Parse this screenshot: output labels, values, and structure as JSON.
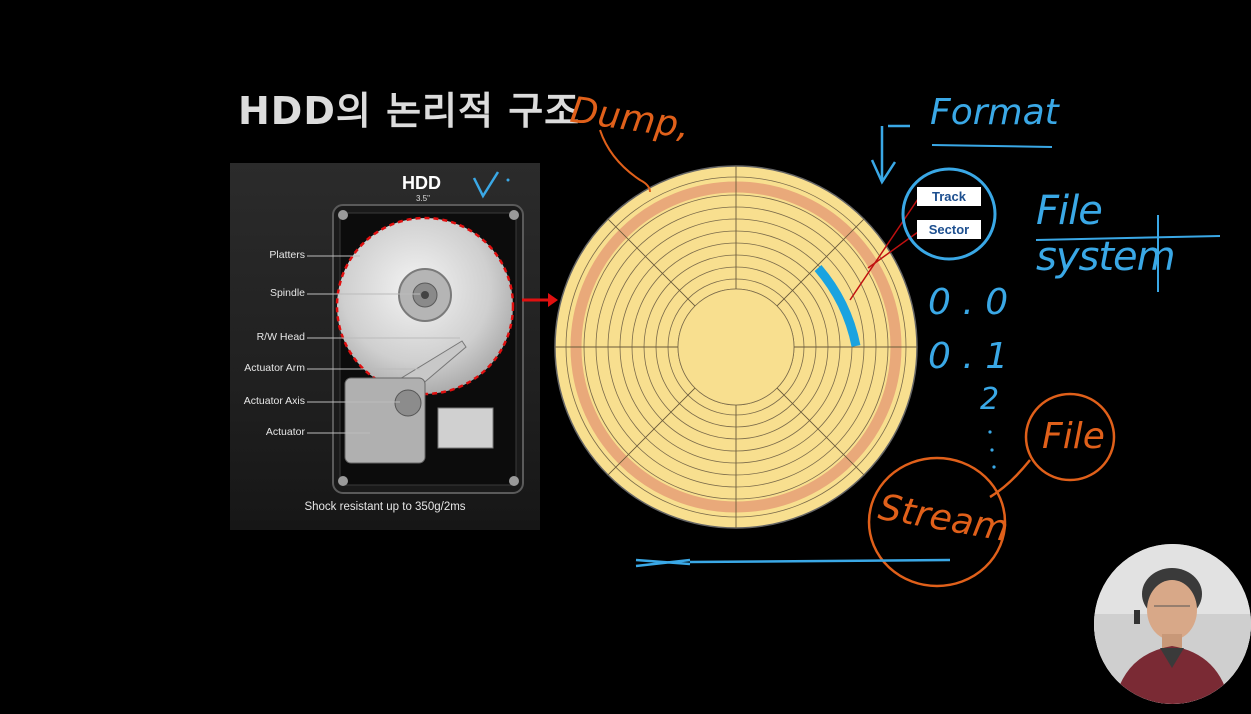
{
  "slide": {
    "title": "HDD의 논리적 구조"
  },
  "hdd_panel": {
    "heading": "HDD",
    "size": "3.5\"",
    "labels": [
      "Platters",
      "Spindle",
      "R/W Head",
      "Actuator Arm",
      "Actuator Axis",
      "Actuator"
    ],
    "footer": "Shock resistant up to 350g/2ms"
  },
  "disk_labels": {
    "track": "Track",
    "sector": "Sector"
  },
  "annotations": {
    "dump": "Dump,",
    "format": "Format",
    "file_system": "File system",
    "numbers": [
      "0 . 0",
      "0 . 1",
      "2"
    ],
    "file": "File",
    "stream": "Stream",
    "checkmark": "V"
  },
  "colors": {
    "disk_fill": "#f8df8f",
    "disk_band": "#e9a97a",
    "highlight": "#1aa3e0",
    "ink_blue": "#3aa8e6",
    "ink_orange": "#e0601a",
    "arrow_red": "#e01010"
  }
}
